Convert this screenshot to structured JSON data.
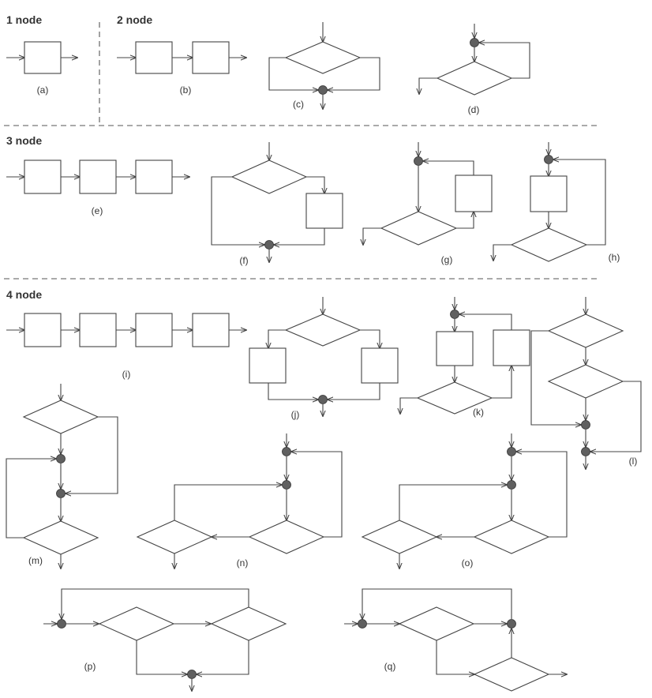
{
  "sections": {
    "one_node": "1 node",
    "two_node": "2 node",
    "three_node": "3 node",
    "four_node": "4 node"
  },
  "labels": {
    "a": "(a)",
    "b": "(b)",
    "c": "(c)",
    "d": "(d)",
    "e": "(e)",
    "f": "(f)",
    "g": "(g)",
    "h": "(h)",
    "i": "(i)",
    "j": "(j)",
    "k": "(k)",
    "l": "(l)",
    "m": "(m)",
    "n": "(n)",
    "o": "(o)",
    "p": "(p)",
    "q": "(q)"
  }
}
